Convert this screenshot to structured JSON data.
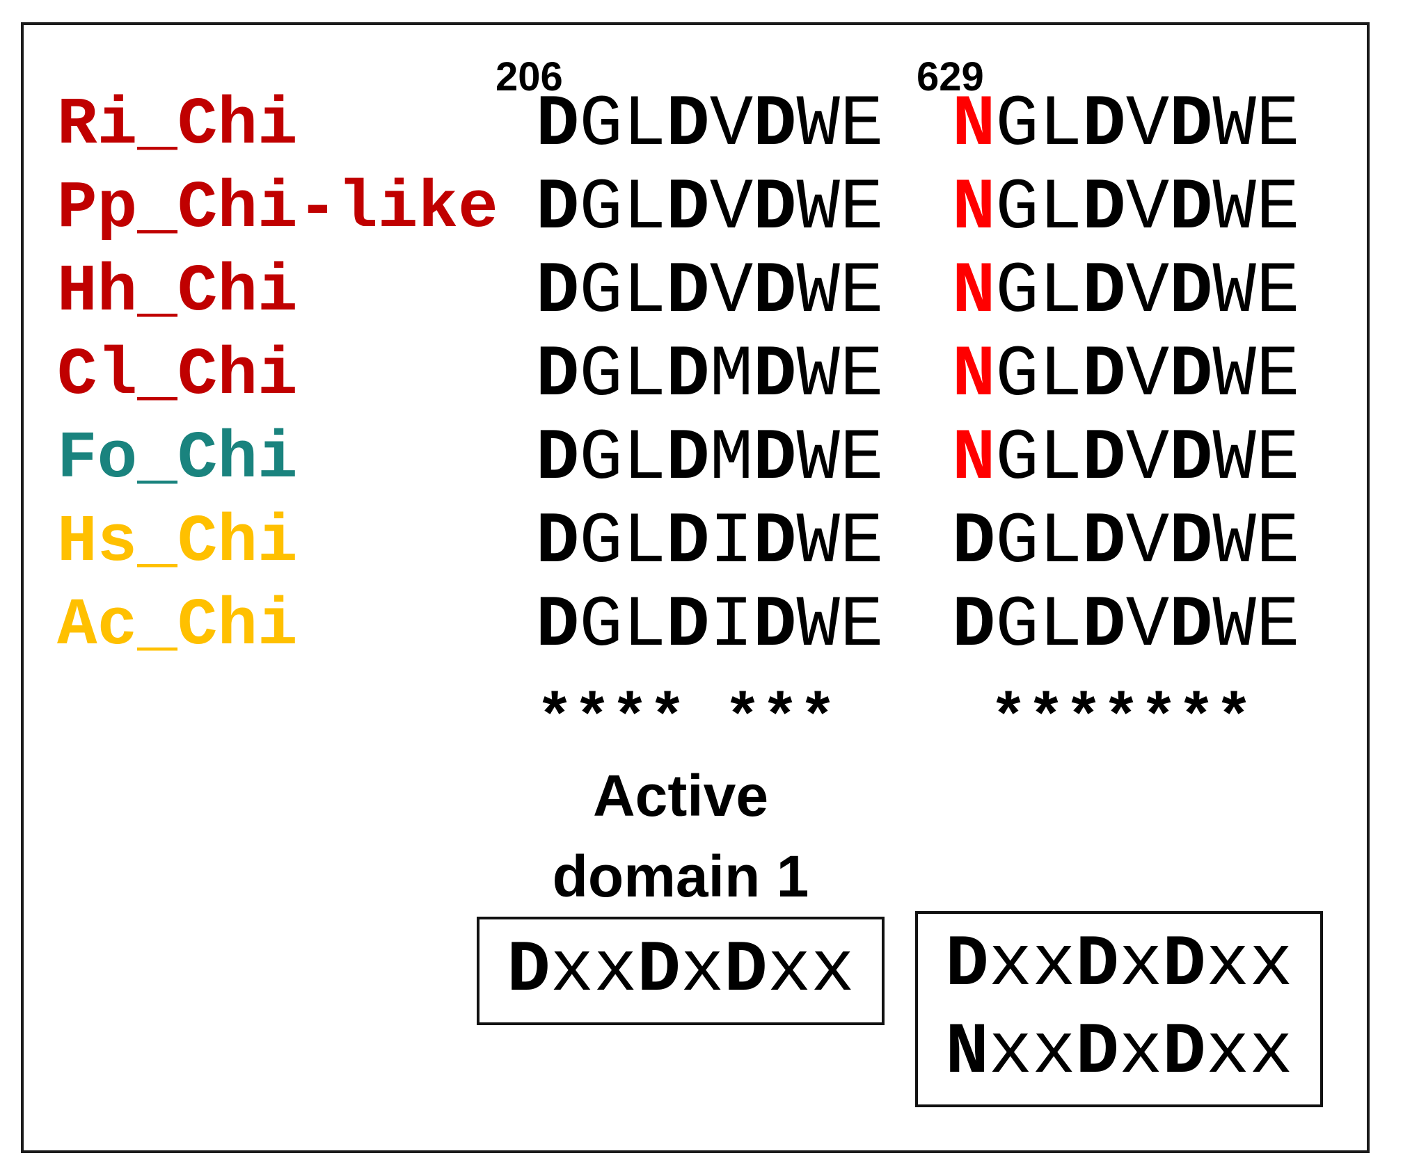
{
  "figure": {
    "position_headers": {
      "col1": "206",
      "col2": "629"
    },
    "rows": [
      {
        "label": "Ri_Chi",
        "color_key": "dark_red",
        "col1": "DGLDVDWE",
        "col2": "NGLDVDWE"
      },
      {
        "label": "Pp_Chi-like",
        "color_key": "dark_red",
        "col1": "DGLDVDWE",
        "col2": "NGLDVDWE"
      },
      {
        "label": "Hh_Chi",
        "color_key": "dark_red",
        "col1": "DGLDVDWE",
        "col2": "NGLDVDWE"
      },
      {
        "label": "Cl_Chi",
        "color_key": "dark_red",
        "col1": "DGLDMDWE",
        "col2": "NGLDVDWE"
      },
      {
        "label": "Fo_Chi",
        "color_key": "teal",
        "col1": "DGLDMDWE",
        "col2": "NGLDVDWE"
      },
      {
        "label": "Hs_Chi",
        "color_key": "gold",
        "col1": "DGLDIDWE",
        "col2": "DGLDVDWE"
      },
      {
        "label": "Ac_Chi",
        "color_key": "gold",
        "col1": "DGLDIDWE",
        "col2": "DGLDVDWE"
      }
    ],
    "conservation": {
      "col1": "**** ***",
      "col2": " *******"
    },
    "motif_bold_positions": [
      1,
      4,
      6
    ],
    "highlight_letter": "N",
    "annotation": {
      "line1": "Active",
      "line2": "domain 1"
    },
    "consensus_boxes": {
      "left": [
        "DxxDxDxx"
      ],
      "right": [
        "DxxDxDxx",
        "NxxDxDxx"
      ]
    },
    "colors": {
      "dark_red": "#C00000",
      "teal": "#1A837E",
      "gold": "#FFC000",
      "highlight_red": "#FF0000",
      "sequence_black": "#000000"
    }
  }
}
